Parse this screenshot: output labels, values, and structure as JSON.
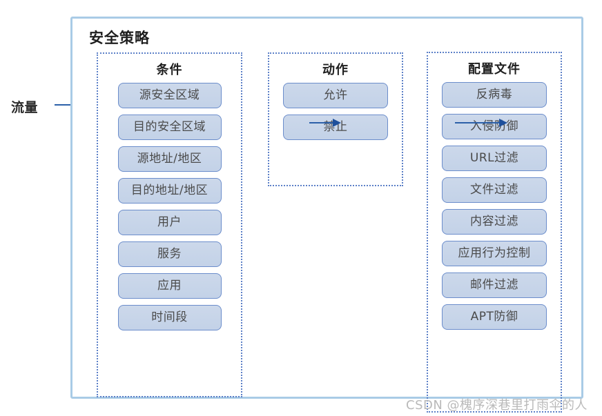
{
  "traffic": {
    "label": "流量",
    "arrow_icon": "arrow-right-icon"
  },
  "policy": {
    "title": "安全策略",
    "border_color": "#a9cbe6"
  },
  "groups": [
    {
      "key": "condition",
      "title": "条件",
      "items": [
        "源安全区域",
        "目的安全区域",
        "源地址/地区",
        "目的地址/地区",
        "用户",
        "服务",
        "应用",
        "时间段"
      ]
    },
    {
      "key": "action",
      "title": "动作",
      "items": [
        "允许",
        "禁止"
      ]
    },
    {
      "key": "profile",
      "title": "配置文件",
      "items": [
        "反病毒",
        "入侵防御",
        "URL过滤",
        "文件过滤",
        "内容过滤",
        "应用行为控制",
        "邮件过滤",
        "APT防御"
      ]
    }
  ],
  "connectors": [
    {
      "key": "cond-action",
      "icon": "arrow-right-icon"
    },
    {
      "key": "action-prof",
      "icon": "arrow-right-icon"
    }
  ],
  "watermark": {
    "text": "CSDN @槐序深巷里打雨伞的人"
  },
  "colors": {
    "chip_fill": "#c8d5ea",
    "chip_border": "#6a8ccb",
    "group_border": "#5b7fc7",
    "arrow": "#2b5fa8"
  }
}
